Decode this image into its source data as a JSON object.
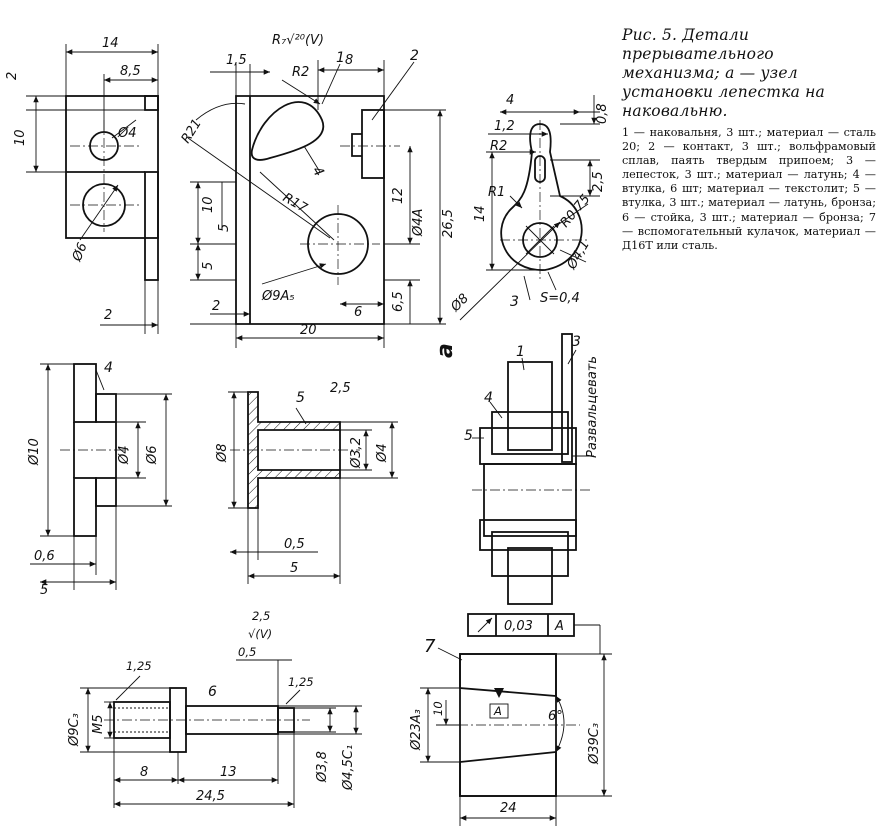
{
  "caption": {
    "title": "Рис. 5. Детали прерывательного механизма; а — узел установки лепестка на наковальню.",
    "body": "1 — наковальня, 3 шт.; материал — сталь 20; 2 — контакт, 3 шт.; вольфрамовый сплав, паять твердым припоем; 3 — лепесток, 3 шт.; материал — латунь; 4 — втулка, 6 шт; материал — текстолит; 5 — втулка, 3 шт.; материал — латунь, бронза; 6 — стойка, 3 шт.; материал — бронза; 7 — вспомогательный кулачок, материал — Д16Т или сталь."
  },
  "side_view": {
    "w14": "14",
    "w8_5": "8,5",
    "h2": "2",
    "h10": "10",
    "d4": "Ø4",
    "d6": "Ø6",
    "bottom2": "2"
  },
  "anvil": {
    "roughness": "R₇√²⁰(V)",
    "d1_5": "1,5",
    "r2": "R2",
    "w8": "8",
    "r21": "R21",
    "r17": "R17",
    "h10": "10",
    "h5a": "5",
    "h5b": "5",
    "h12": "12",
    "d4a": "Ø4A",
    "h26_5": "26,5",
    "h6_5": "6,5",
    "d9a5": "Ø9A₅",
    "b2": "2",
    "w20": "20",
    "w6": "6",
    "part1": "1",
    "part2": "2",
    "part4": "4"
  },
  "petal": {
    "w4": "4",
    "w1_2": "1,2",
    "r2": "R2",
    "h0_8": "0,8",
    "h2_5": "2,5",
    "r1": "R1",
    "h14": "14",
    "r0_75": "R0,75",
    "d4_1": "Ø4,1",
    "d8": "Ø8",
    "s": "S=0,4",
    "part3": "3"
  },
  "bushing4": {
    "d10": "Ø10",
    "d4": "Ø4",
    "d6": "Ø6",
    "t0_6": "0,6",
    "w5": "5",
    "part": "4"
  },
  "bushing5": {
    "d8": "Ø8",
    "d3_2": "Ø3,2",
    "d4": "Ø4",
    "t0_5": "0,5",
    "w5": "5",
    "rough": "2,5",
    "part": "5"
  },
  "assembly": {
    "label_a": "а",
    "flare": "Развальцевать",
    "part1": "1",
    "part3": "3",
    "part4": "4",
    "part5": "5"
  },
  "post6": {
    "rough": "2,5",
    "rough_v": "√(V)",
    "c1_25a": "1,25",
    "c0_5": "0,5",
    "c1_25b": "1,25",
    "d9c3": "Ø9C₃",
    "m5": "M5",
    "w8": "8",
    "w13": "13",
    "w24_5": "24,5",
    "d3_8": "Ø3,8",
    "d4_5": "Ø4,5C₁",
    "part": "6"
  },
  "cam7": {
    "tol": "0,03",
    "base": "A",
    "d23": "Ø23A₃",
    "h10": "10",
    "angle": "6°",
    "d39": "Ø39C₃",
    "w24": "24",
    "part": "7"
  }
}
